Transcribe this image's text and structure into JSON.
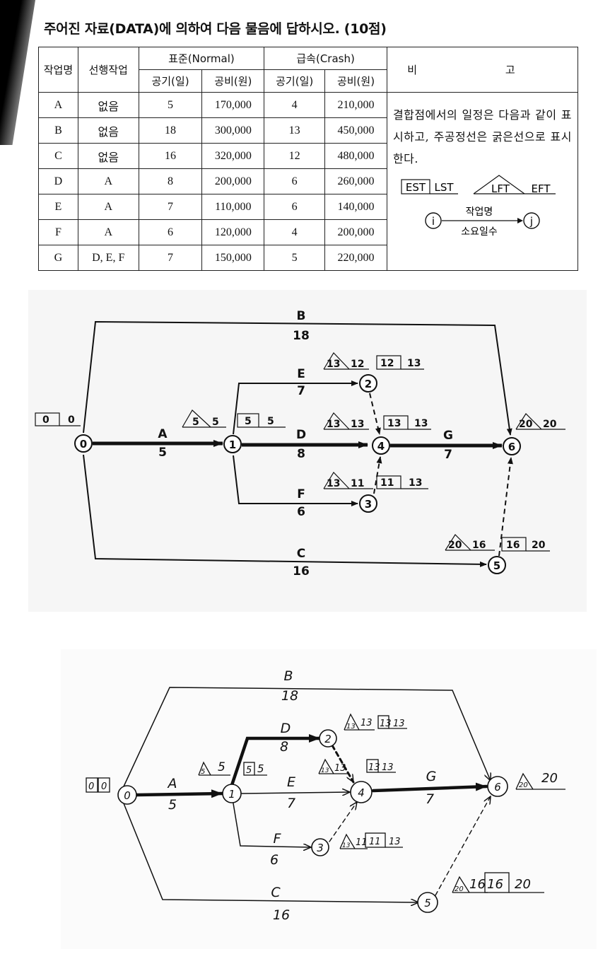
{
  "title": "주어진 자료(DATA)에 의하여 다음 물음에 답하시오. (10점)",
  "table": {
    "headers": {
      "task": "작업명",
      "predecessor": "선행작업",
      "normal": "표준(Normal)",
      "crash": "급속(Crash)",
      "duration": "공기(일)",
      "cost": "공비(원)",
      "remarks": "비 고"
    },
    "rows": [
      {
        "task": "A",
        "pred": "없음",
        "nd": "5",
        "nc": "170,000",
        "cd": "4",
        "cc": "210,000"
      },
      {
        "task": "B",
        "pred": "없음",
        "nd": "18",
        "nc": "300,000",
        "cd": "13",
        "cc": "450,000"
      },
      {
        "task": "C",
        "pred": "없음",
        "nd": "16",
        "nc": "320,000",
        "cd": "12",
        "cc": "480,000"
      },
      {
        "task": "D",
        "pred": "A",
        "nd": "8",
        "nc": "200,000",
        "cd": "6",
        "cc": "260,000"
      },
      {
        "task": "E",
        "pred": "A",
        "nd": "7",
        "nc": "110,000",
        "cd": "6",
        "cc": "140,000"
      },
      {
        "task": "F",
        "pred": "A",
        "nd": "6",
        "nc": "120,000",
        "cd": "4",
        "cc": "200,000"
      },
      {
        "task": "G",
        "pred": "D, E, F",
        "nd": "7",
        "nc": "150,000",
        "cd": "5",
        "cc": "220,000"
      }
    ],
    "note": "결합점에서의 일정은 다음과 같이 표시하고, 주공정선은 굵은선으로 표시한다.",
    "legend": {
      "est": "EST",
      "lst": "LST",
      "lft": "LFT",
      "eft": "EFT",
      "node_i": "i",
      "node_j": "j",
      "task_name": "작업명",
      "duration": "소요일수"
    }
  },
  "diagram1": {
    "nodes": [
      "0",
      "1",
      "2",
      "3",
      "4",
      "5",
      "6"
    ],
    "activities": [
      {
        "name": "B",
        "dur": "18"
      },
      {
        "name": "E",
        "dur": "7"
      },
      {
        "name": "A",
        "dur": "5"
      },
      {
        "name": "D",
        "dur": "8"
      },
      {
        "name": "G",
        "dur": "7"
      },
      {
        "name": "F",
        "dur": "6"
      },
      {
        "name": "C",
        "dur": "16"
      }
    ],
    "labels": {
      "n0": {
        "est": "0",
        "lst": "0"
      },
      "n1": {
        "lft": "5",
        "eft": "5",
        "est": "5",
        "lst": "5"
      },
      "n2": {
        "lft": "13",
        "eft": "12",
        "est": "12",
        "lst": "13"
      },
      "n4": {
        "lft": "13",
        "eft": "13",
        "est": "13",
        "lst": "13"
      },
      "n3": {
        "lft": "13",
        "eft": "11",
        "est": "11",
        "lst": "13"
      },
      "n6": {
        "lft": "20",
        "eft": "20"
      },
      "n5": {
        "lft": "20",
        "eft": "16",
        "est": "16",
        "lst": "20"
      }
    }
  },
  "diagram2": {
    "nodes": [
      "0",
      "1",
      "2",
      "3",
      "4",
      "5",
      "6"
    ],
    "activities": [
      {
        "name": "B",
        "dur": "18"
      },
      {
        "name": "D",
        "dur": "8"
      },
      {
        "name": "A",
        "dur": "5"
      },
      {
        "name": "E",
        "dur": "7"
      },
      {
        "name": "G",
        "dur": "7"
      },
      {
        "name": "F",
        "dur": "6"
      },
      {
        "name": "C",
        "dur": "16"
      }
    ],
    "labels": {
      "n0": {
        "est": "0",
        "lst": "0"
      },
      "n1": {
        "lft": "5",
        "eft": "5",
        "est": "5",
        "lst": "5"
      },
      "n2": {
        "lft": "13",
        "eft": "13",
        "est": "13",
        "lst": "13"
      },
      "n4": {
        "lft": "13",
        "eft": "13",
        "est": "13",
        "lst": "13"
      },
      "n3": {
        "lft": "13",
        "eft": "11",
        "est": "11",
        "lst": "13"
      },
      "n6": {
        "lft": "20",
        "eft": "20"
      },
      "n5": {
        "lft": "20",
        "eft": "16",
        "est": "16",
        "lst": "20"
      }
    }
  }
}
